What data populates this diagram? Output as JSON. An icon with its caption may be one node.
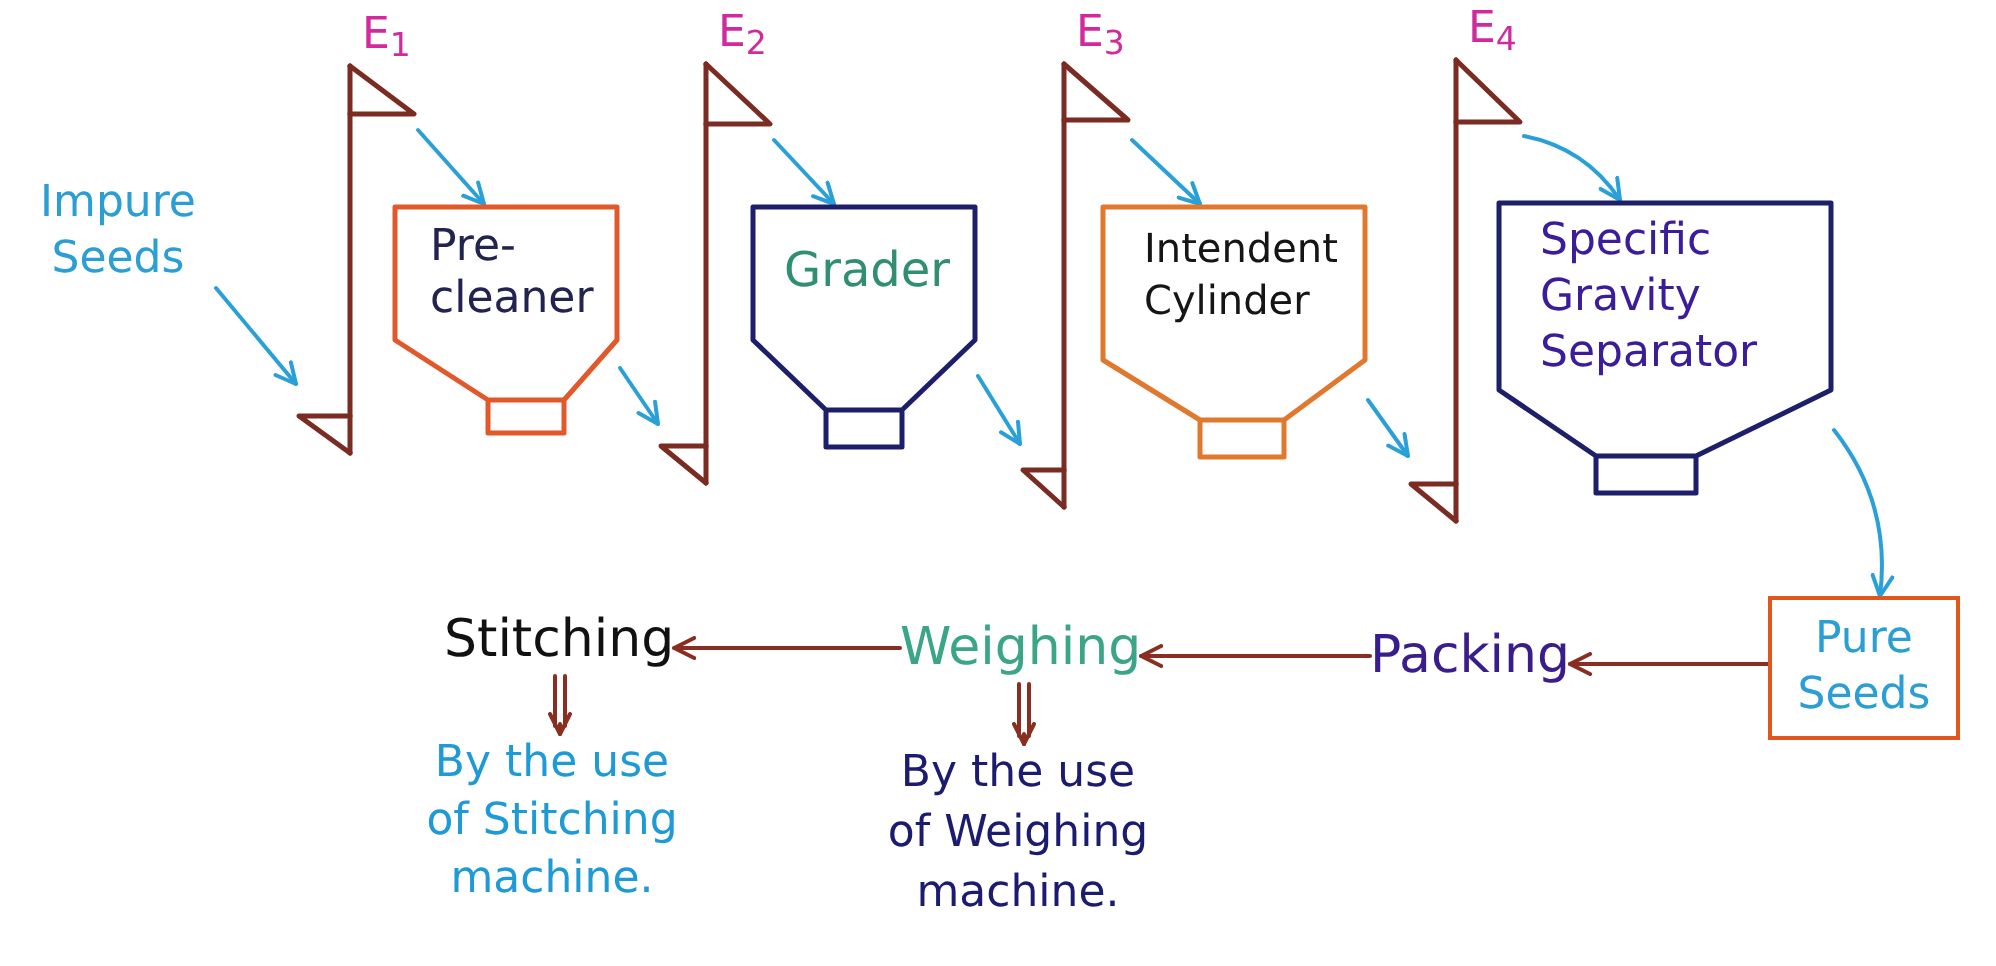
{
  "diagram": {
    "nodes": [
      {
        "text": [
          "Impure Seeds"
        ]
      },
      {
        "text": [
          "E$_{1}$"
        ]
      },
      {
        "text": [
          "Pre-cleaner"
        ]
      },
      {
        "text": [
          "E$_{2}$"
        ]
      },
      {
        "text": [
          "Grader"
        ]
      },
      {
        "text": [
          "E$_{3}$"
        ]
      },
      {
        "text": [
          "Intendent Cylinder"
        ]
      },
      {
        "text": [
          "E$_{4}$"
        ]
      },
      {
        "text": [
          "Specific Gravity Separator"
        ]
      },
      {
        "text": [
          "Pure Seeds"
        ]
      },
      {
        "text": [
          "Packing"
        ]
      },
      {
        "text": [
          "Weighing"
        ]
      },
      {
        "text": [
          "Stitching"
        ]
      },
      {
        "text": [
          "By the use of Stitching machine."
        ]
      },
      {
        "text": [
          "By the use of Weighing machine."
        ]
      }
    ],
    "edges": [
      {
        "from": 0,
        "to": 1,
        "arrow": "to"
      },
      {
        "from": 1,
        "to": 2,
        "arrow": "to"
      },
      {
        "from": 2,
        "to": 3,
        "arrow": "to"
      },
      {
        "from": 3,
        "to": 4,
        "arrow": "to"
      },
      {
        "from": 4,
        "to": 5,
        "arrow": "to"
      },
      {
        "from": 5,
        "to": 6,
        "arrow": "to"
      },
      {
        "from": 6,
        "to": 7,
        "arrow": "to"
      },
      {
        "from": 7,
        "to": 8,
        "arrow": "to"
      },
      {
        "from": 8,
        "to": 9,
        "arrow": "to"
      },
      {
        "from": 9,
        "to": 10,
        "arrow": "to",
        "color": "#8b2e22"
      },
      {
        "from": 10,
        "to": 11,
        "arrow": "to",
        "color": "#8b2e22"
      },
      {
        "from": 11,
        "to": 12,
        "arrow": "to",
        "color": "#8b2e22"
      },
      {
        "from": 12,
        "to": 13,
        "arrow": "to",
        "color": "#8b2e22"
      },
      {
        "from": 11,
        "to": 14,
        "arrow": "to",
        "color": "#8b2e22"
      }
    ]
  }
}
